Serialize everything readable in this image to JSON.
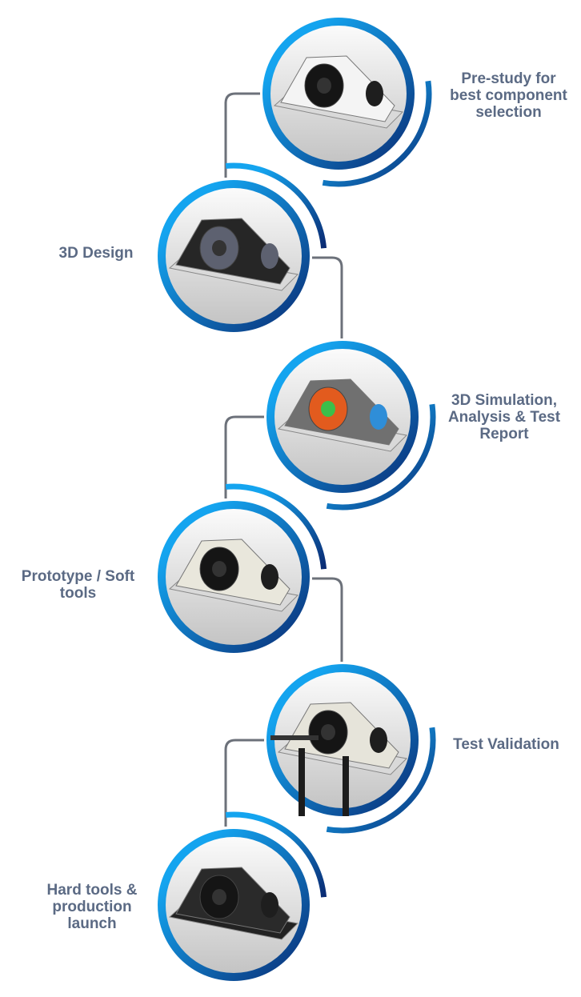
{
  "colors": {
    "ring_light": "#14a4ef",
    "ring_dark": "#0a2a72",
    "connector": "#6c717a",
    "label": "#5b6a84"
  },
  "steps": [
    {
      "label": "Pre-study for best component selection",
      "lines": [
        "Pre-study for",
        "best component",
        "selection"
      ],
      "body": "#f4f4f4",
      "side": "right"
    },
    {
      "label": "3D Design",
      "lines": [
        "3D Design"
      ],
      "body": "#262626",
      "side": "left"
    },
    {
      "label": "3D Simulation, Analysis & Test Report",
      "lines": [
        "3D Simulation,",
        "Analysis & Test",
        "Report"
      ],
      "body": "#707070",
      "side": "right"
    },
    {
      "label": "Prototype / Soft tools",
      "lines": [
        "Prototype / Soft",
        "tools"
      ],
      "body": "#e9e7dc",
      "side": "left"
    },
    {
      "label": "Test Validation",
      "lines": [
        "Test Validation"
      ],
      "body": "#e6e4da",
      "side": "right"
    },
    {
      "label": "Hard tools & production launch",
      "lines": [
        "Hard tools &",
        "production",
        "launch"
      ],
      "body": "#2a2a2a",
      "side": "left"
    }
  ]
}
